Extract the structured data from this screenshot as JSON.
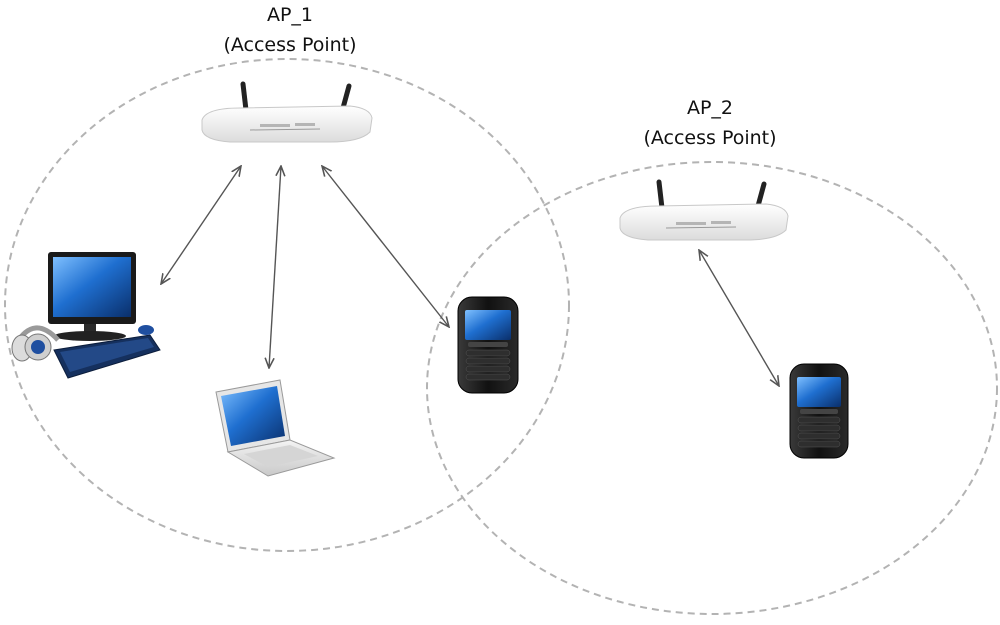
{
  "access_points": [
    {
      "name": "AP_1",
      "subtitle": "(Access Point)"
    },
    {
      "name": "AP_2",
      "subtitle": "(Access Point)"
    }
  ],
  "icons": {
    "router": "wireless-router-icon",
    "desktop": "desktop-computer-icon",
    "headphones": "headphones-icon",
    "laptop": "laptop-icon",
    "phone": "smartphone-icon"
  },
  "colors": {
    "coverage": "#b3b3b3",
    "link": "#555555",
    "screen": "#1f5fae",
    "device_dark": "#1a1a1a",
    "router_body": "#f2f2f2"
  }
}
